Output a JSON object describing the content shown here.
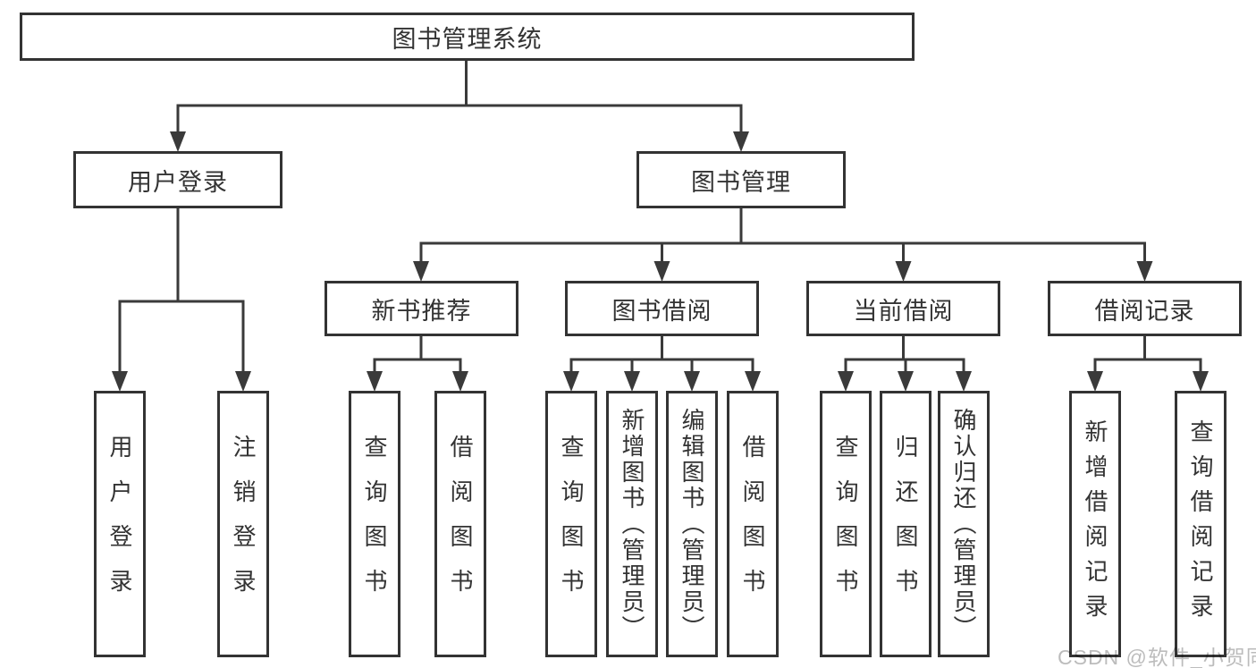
{
  "diagram": {
    "root": {
      "label": "图书管理系统"
    },
    "branches": [
      {
        "label": "用户登录",
        "children": [
          {
            "label": "用户登录"
          },
          {
            "label": "注销登录"
          }
        ]
      },
      {
        "label": "图书管理",
        "children": [
          {
            "label": "新书推荐",
            "children": [
              {
                "label": "查询图书"
              },
              {
                "label": "借阅图书"
              }
            ]
          },
          {
            "label": "图书借阅",
            "children": [
              {
                "label": "查询图书"
              },
              {
                "label": "新增图书（管理员）"
              },
              {
                "label": "编辑图书（管理员）"
              },
              {
                "label": "借阅图书"
              }
            ]
          },
          {
            "label": "当前借阅",
            "children": [
              {
                "label": "查询图书"
              },
              {
                "label": "归还图书"
              },
              {
                "label": "确认归还（管理员）"
              }
            ]
          },
          {
            "label": "借阅记录",
            "children": [
              {
                "label": "新增借阅记录"
              },
              {
                "label": "查询借阅记录"
              }
            ]
          }
        ]
      }
    ]
  },
  "watermark": "CSDN @软件_小贺同学",
  "colors": {
    "line": "#3a3a3a",
    "border": "#333333",
    "text": "#333333",
    "watermark": "#bcbcbc",
    "background": "#ffffff"
  }
}
